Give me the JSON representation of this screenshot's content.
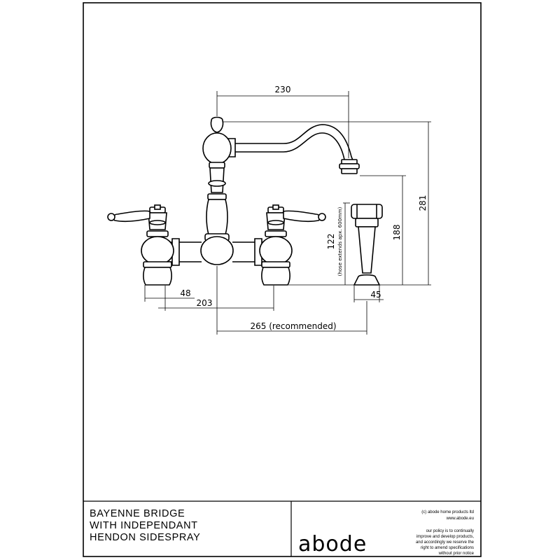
{
  "product": {
    "title_lines": [
      "BAYENNE BRIDGE",
      "WITH INDEPENDANT",
      "HENDON SIDESPRAY"
    ]
  },
  "brand": {
    "logo": "abode",
    "copyright": "(c) abode home products ltd",
    "website": "www.abode.eu",
    "policy_lines": [
      "our policy is to continually",
      "improve and develop products,",
      "and accordingly we reserve the",
      "right to amend specifications",
      "without prior notice"
    ]
  },
  "dimensions": {
    "spout_reach": "230",
    "overall_height": "281",
    "spray_height": "188",
    "hose_length": "122",
    "hose_note": "(hose extends apx. 600mm)",
    "handle_offset": "48",
    "tap_centres": "203",
    "spray_spacing": "265 (recommended)",
    "spray_base": "45"
  }
}
